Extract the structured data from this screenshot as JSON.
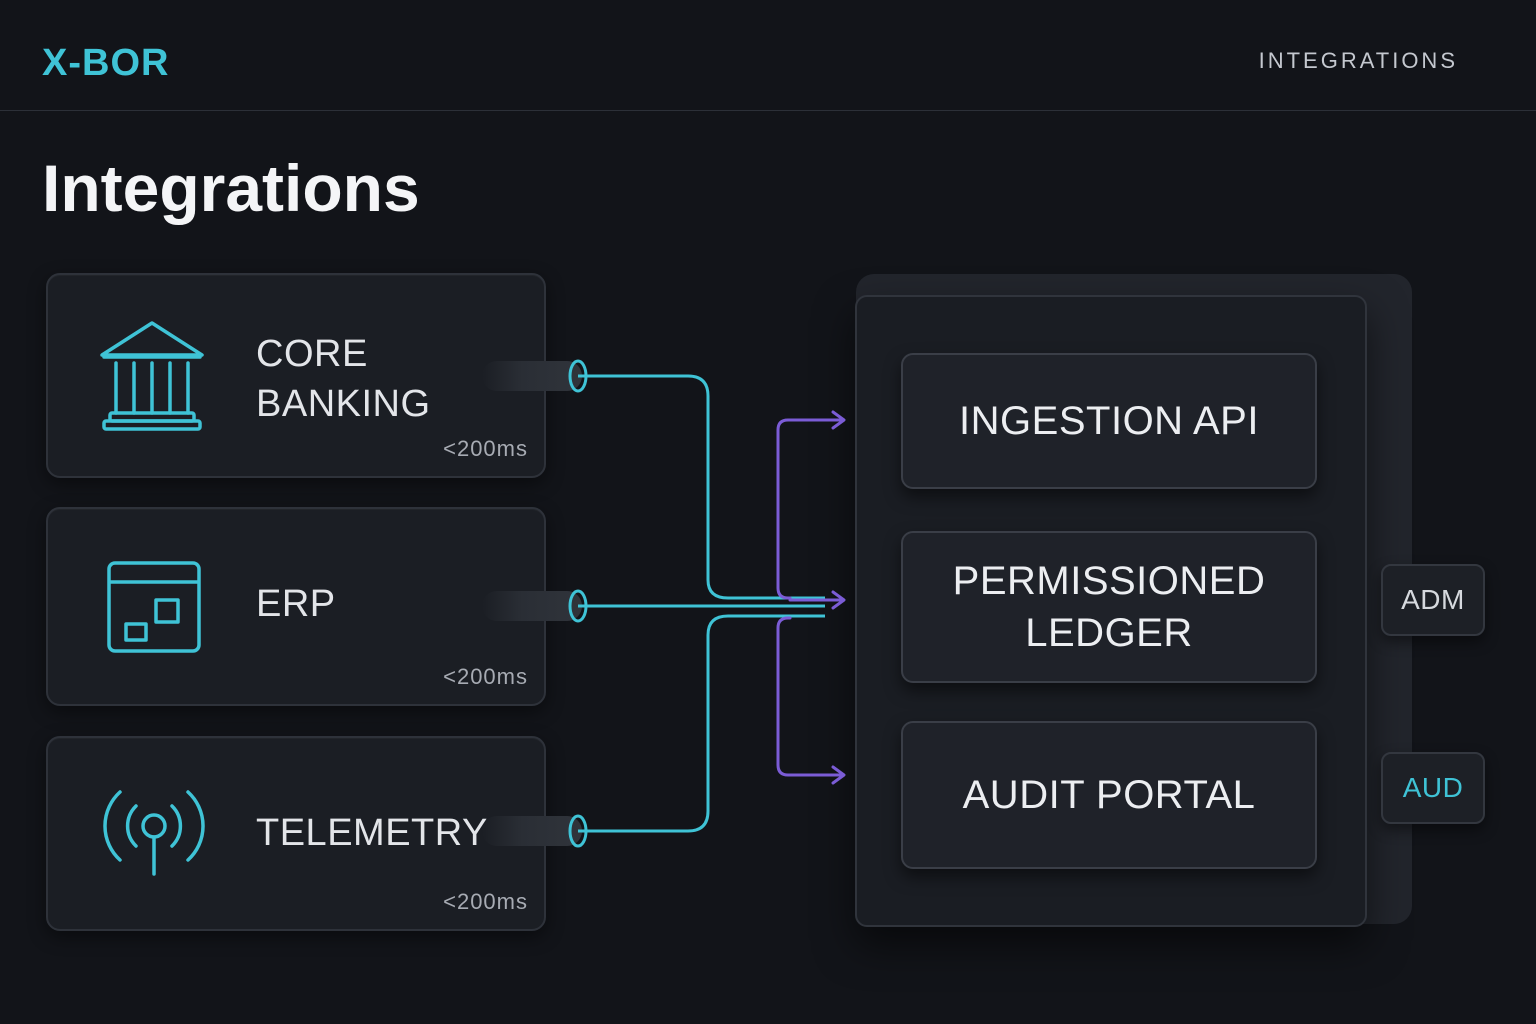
{
  "header": {
    "brand": "X-BOR",
    "nav_label": "INTEGRATIONS"
  },
  "page": {
    "title": "Integrations"
  },
  "sources": [
    {
      "label": "CORE\nBANKING",
      "latency": "<200ms",
      "icon": "bank-icon"
    },
    {
      "label": "ERP",
      "latency": "<200ms",
      "icon": "erp-window-icon"
    },
    {
      "label": "TELEMETRY",
      "latency": "<200ms",
      "icon": "antenna-icon"
    }
  ],
  "modules": [
    {
      "label": "INGESTION API"
    },
    {
      "label": "PERMISSIONED\nLEDGER"
    },
    {
      "label": "AUDIT PORTAL"
    }
  ],
  "ports": [
    {
      "label": "ADM",
      "color": "#d6d9de"
    },
    {
      "label": "AUD",
      "color": "#3fc3d6"
    }
  ],
  "colors": {
    "accent": "#3fc3d6",
    "link_out": "#7b5cd6",
    "background": "#121419"
  }
}
